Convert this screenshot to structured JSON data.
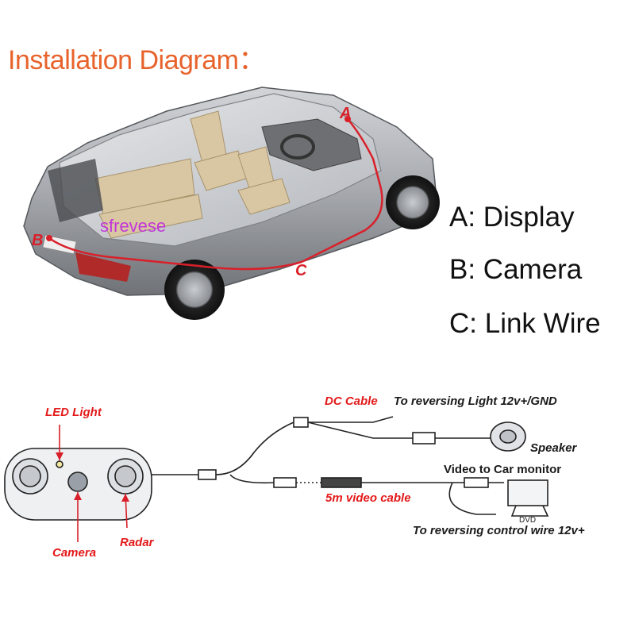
{
  "title": "Installation Diagram：",
  "watermark": "sfrevese",
  "car_markers": {
    "a": "A",
    "b": "B",
    "c": "C"
  },
  "legend": [
    {
      "text": "A: Display"
    },
    {
      "text": "B: Camera"
    },
    {
      "text": "C: Link Wire"
    }
  ],
  "wiring": {
    "dc_cable": "DC Cable",
    "reversing_light": "To reversing Light 12v+/GND",
    "led_light": "LED Light",
    "speaker": "Speaker",
    "video_to_monitor": "Video to Car monitor",
    "video_cable": "5m video cable",
    "dvd": "DVD",
    "reversing_control": "To reversing control wire 12v+",
    "camera": "Camera",
    "radar": "Radar"
  },
  "colors": {
    "title": "#e8632c",
    "accent_red": "#e31a1a",
    "car_body": "#a8abb0",
    "seats": "#d9c7a3"
  }
}
